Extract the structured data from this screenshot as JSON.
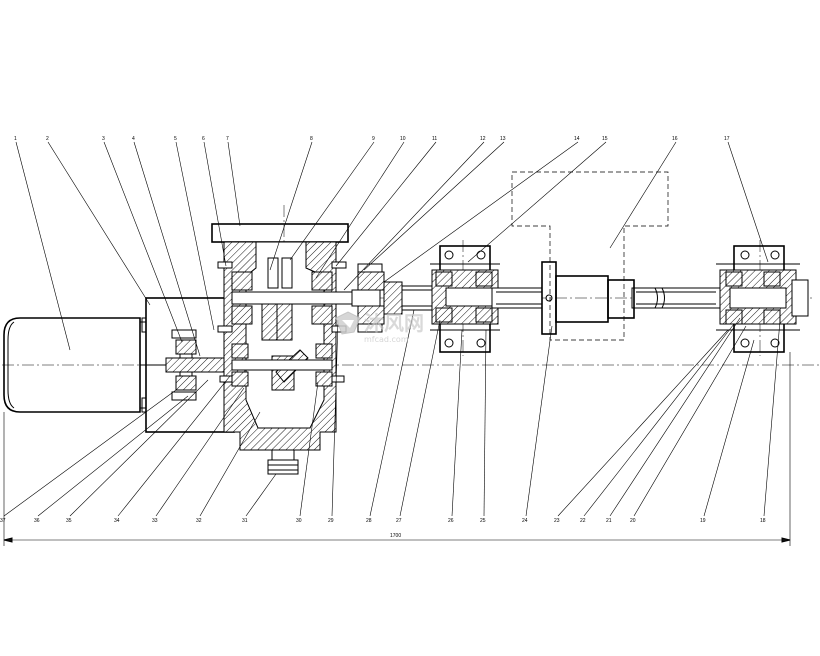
{
  "drawing": {
    "overall_dimension": "1700",
    "top_callouts": [
      "1",
      "2",
      "3",
      "4",
      "5",
      "6",
      "7",
      "8",
      "9",
      "10",
      "11",
      "12",
      "13",
      "14",
      "15",
      "16",
      "17"
    ],
    "bottom_callouts": [
      "37",
      "36",
      "35",
      "34",
      "33",
      "32",
      "31",
      "30",
      "29",
      "28",
      "27",
      "26",
      "25",
      "24",
      "23",
      "22",
      "21",
      "20",
      "19",
      "18"
    ]
  },
  "watermark": {
    "brand": "沐风网",
    "site": "mfcad.com"
  },
  "colors": {
    "line": "#000000",
    "background": "#ffffff",
    "watermark": "#c9c9c9"
  }
}
